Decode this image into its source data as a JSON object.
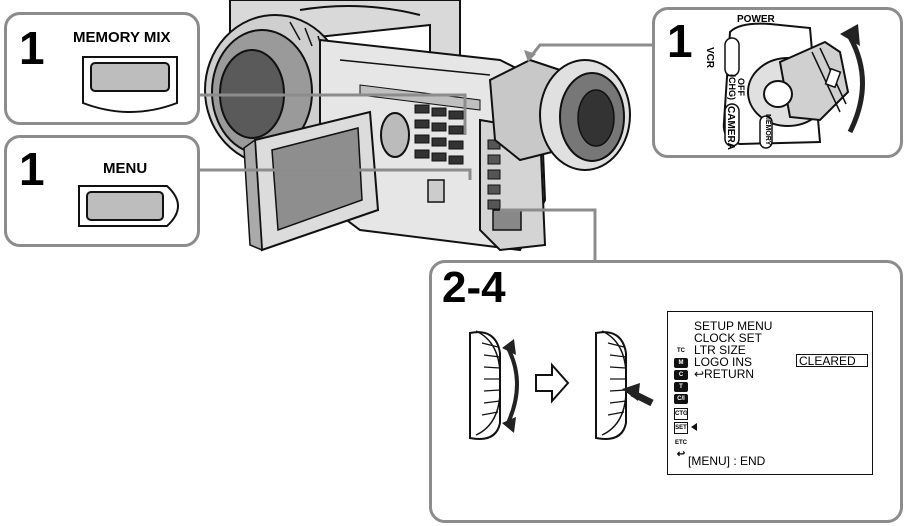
{
  "steps": {
    "memory_mix": {
      "number": "1",
      "button_label": "MEMORY MIX"
    },
    "menu": {
      "number": "1",
      "button_label": "MENU"
    },
    "power": {
      "number": "1"
    },
    "setup": {
      "number": "2-4"
    }
  },
  "power_switch": {
    "power": "POWER",
    "vcr": "VCR",
    "off": "OFF",
    "chg": "(CHG)",
    "camera": "CAMERA",
    "memory": "MEMORY"
  },
  "lcd_menu": {
    "title": "SETUP MENU",
    "items": [
      "CLOCK SET",
      "LTR SIZE",
      "LOGO INS"
    ],
    "return_label": "↩RETURN",
    "value_box": "CLEARED",
    "footer": "[MENU] : END",
    "icons": [
      "TC",
      "M",
      "C",
      "T",
      "C/I",
      "CTG",
      "SET",
      "ETC",
      "↩"
    ]
  },
  "colors": {
    "panel_border": "#8c8c8c",
    "button_fill": "#bdbdbd"
  }
}
